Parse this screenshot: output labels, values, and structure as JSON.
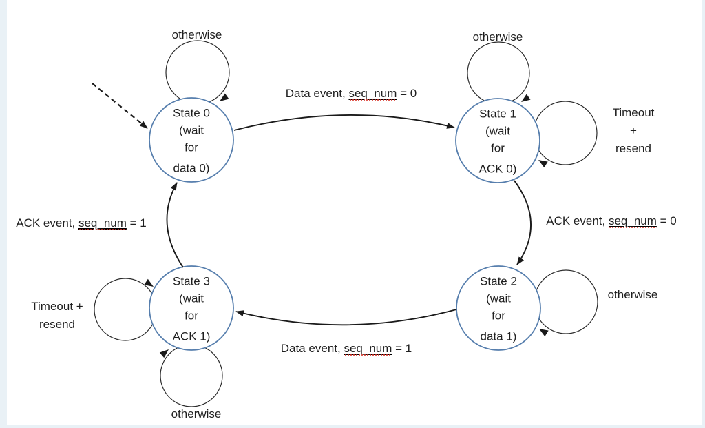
{
  "frame": {
    "background_color": "#e9f1f6",
    "canvas_color": "#ffffff"
  },
  "colors": {
    "state_stroke": "#567ead",
    "line": "#1a1a1a",
    "text": "#1f1f1f",
    "underline": "#000000",
    "spellcheck_squiggle": "#d93025"
  },
  "states": [
    {
      "lines": [
        "State 0",
        "(wait",
        "for",
        "data 0)"
      ]
    },
    {
      "lines": [
        "State 1",
        "(wait",
        "for",
        "ACK 0)"
      ]
    },
    {
      "lines": [
        "State 2",
        "(wait",
        "for",
        "data 1)"
      ]
    },
    {
      "lines": [
        "State 3",
        "(wait",
        "for",
        "ACK 1)"
      ]
    }
  ],
  "transitions": [
    {
      "prefix": "Data event, ",
      "underlined": "seq_num",
      "suffix": " = 0"
    },
    {
      "prefix": "ACK event, ",
      "underlined": "seq_num",
      "suffix": " = 0"
    },
    {
      "prefix": "Data event, ",
      "underlined": "seq_num",
      "suffix": " = 1"
    },
    {
      "prefix": "ACK event, ",
      "underlined": "seq_num",
      "suffix": " = 1"
    }
  ],
  "loops": {
    "state0_top": "otherwise",
    "state1_top": "otherwise",
    "state1_right": [
      "Timeout",
      "+",
      "resend"
    ],
    "state2_right": "otherwise",
    "state3_left": [
      "Timeout +",
      "resend"
    ],
    "state3_bottom": "otherwise"
  }
}
